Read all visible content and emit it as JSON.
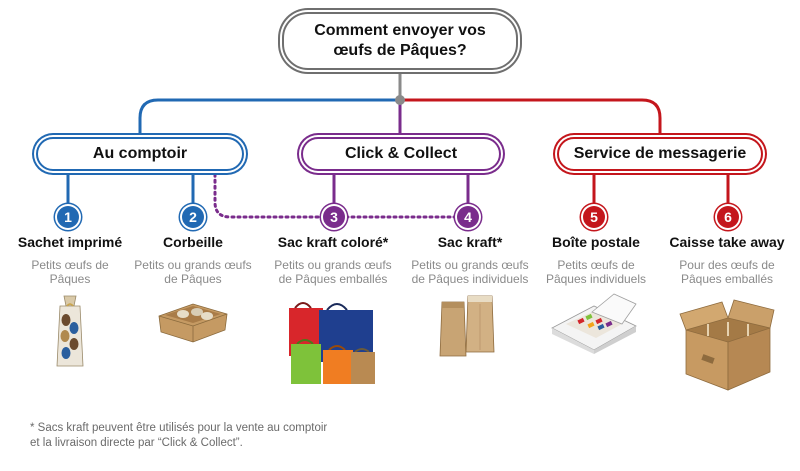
{
  "root": {
    "line1": "Comment envoyer vos",
    "line2": "œufs de Pâques?"
  },
  "categories": [
    {
      "label": "Au comptoir",
      "color": "#2169b3"
    },
    {
      "label": "Click & Collect",
      "color": "#7a2c8c"
    },
    {
      "label": "Service de messagerie",
      "color": "#c4161c"
    }
  ],
  "items": [
    {
      "num": "1",
      "title": "Sachet imprimé",
      "desc1": "Petits œufs de",
      "desc2": "Pâques",
      "icon": "printed-bag-icon"
    },
    {
      "num": "2",
      "title": "Corbeille",
      "desc1": "Petits ou grands œufs",
      "desc2": "de Pâques",
      "icon": "basket-icon"
    },
    {
      "num": "3",
      "title": "Sac kraft coloré*",
      "desc1": "Petits ou grands œufs",
      "desc2": "de Pâques emballés",
      "icon": "colored-kraft-bags-icon"
    },
    {
      "num": "4",
      "title": "Sac kraft*",
      "desc1": "Petits ou grands œufs",
      "desc2": "de Pâques individuels",
      "icon": "kraft-bags-icon"
    },
    {
      "num": "5",
      "title": "Boîte postale",
      "desc1": "Petits œufs de",
      "desc2": "Pâques individuels",
      "icon": "postal-box-icon"
    },
    {
      "num": "6",
      "title": "Caisse take away",
      "desc1": "Pour des œufs de",
      "desc2": "Pâques emballés",
      "icon": "take-away-box-icon"
    }
  ],
  "footnote": {
    "line1": "* Sacs kraft peuvent être utilisés pour la vente au comptoir",
    "line2": "et la livraison directe par “Click & Collect”."
  }
}
